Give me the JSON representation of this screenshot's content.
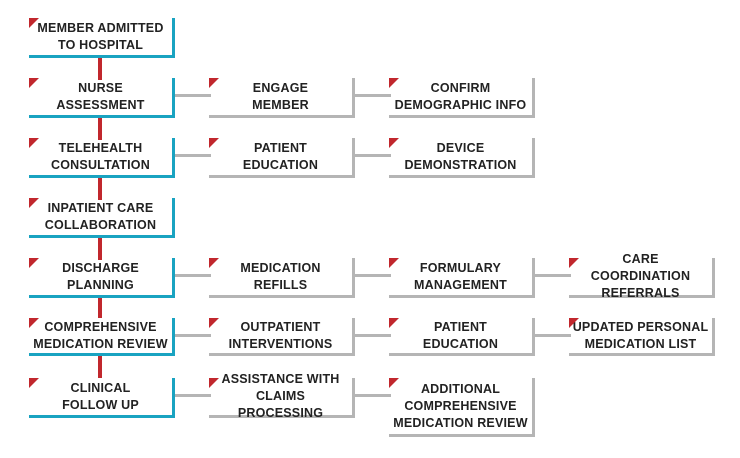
{
  "colors": {
    "main_border": "#19a3c1",
    "sub_border": "#b5b5b5",
    "connector": "#c1272d",
    "flag": "#c1272d",
    "text": "#222222"
  },
  "rows": [
    {
      "main": {
        "line1": "MEMBER ADMITTED",
        "line2": "TO HOSPITAL"
      },
      "subs": []
    },
    {
      "main": {
        "line1": "NURSE",
        "line2": "ASSESSMENT"
      },
      "subs": [
        {
          "line1": "ENGAGE",
          "line2": "MEMBER"
        },
        {
          "line1": "CONFIRM",
          "line2": "DEMOGRAPHIC INFO"
        }
      ]
    },
    {
      "main": {
        "line1": "TELEHEALTH",
        "line2": "CONSULTATION"
      },
      "subs": [
        {
          "line1": "PATIENT",
          "line2": "EDUCATION"
        },
        {
          "line1": "DEVICE",
          "line2": "DEMONSTRATION"
        }
      ]
    },
    {
      "main": {
        "line1": "INPATIENT CARE",
        "line2": "COLLABORATION"
      },
      "subs": []
    },
    {
      "main": {
        "line1": "DISCHARGE",
        "line2": "PLANNING"
      },
      "subs": [
        {
          "line1": "MEDICATION",
          "line2": "REFILLS"
        },
        {
          "line1": "FORMULARY",
          "line2": "MANAGEMENT"
        },
        {
          "line1": "CARE COORDINATION",
          "line2": "REFERRALS"
        }
      ]
    },
    {
      "main": {
        "line1": "COMPREHENSIVE",
        "line2": "MEDICATION REVIEW"
      },
      "subs": [
        {
          "line1": "OUTPATIENT",
          "line2": "INTERVENTIONS"
        },
        {
          "line1": "PATIENT",
          "line2": "EDUCATION"
        },
        {
          "line1": "UPDATED PERSONAL",
          "line2": "MEDICATION LIST"
        }
      ]
    },
    {
      "main": {
        "line1": "CLINICAL",
        "line2": "FOLLOW UP"
      },
      "subs": [
        {
          "line1": "ASSISTANCE WITH",
          "line2": "CLAIMS PROCESSING"
        },
        {
          "line1": "ADDITIONAL",
          "line2": "COMPREHENSIVE",
          "line3": "MEDICATION REVIEW"
        }
      ]
    }
  ]
}
